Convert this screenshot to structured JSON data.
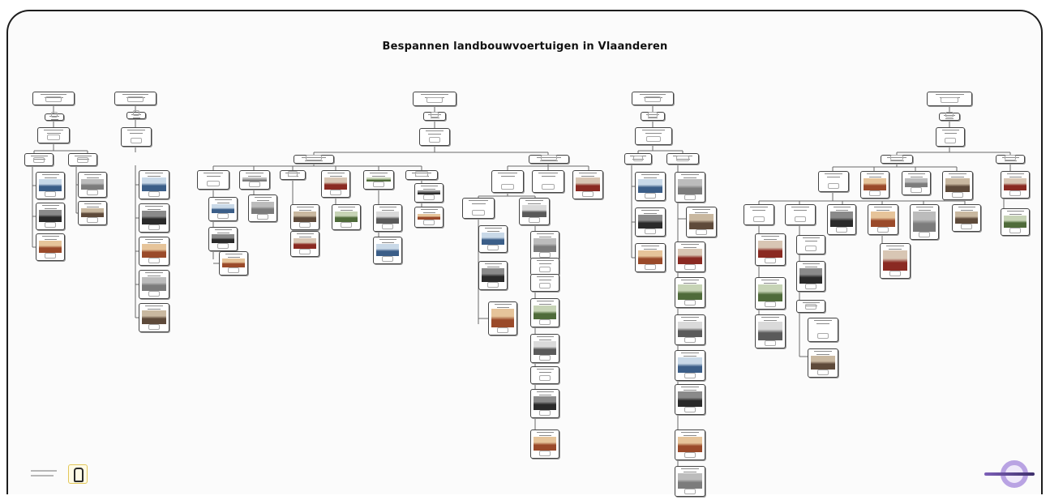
{
  "page": {
    "title": "Bespannen landbouwvoertuigen in Vlaanderen"
  },
  "colors": {
    "frame": "#1d1d1d",
    "line": "#6a6a6a",
    "node_border": "#444444",
    "logo_right": "#8e73cf",
    "logo_left": "#e2c75a"
  },
  "logos": {
    "left": "flemish-government-logo",
    "right": "kennisbank-logo"
  }
}
